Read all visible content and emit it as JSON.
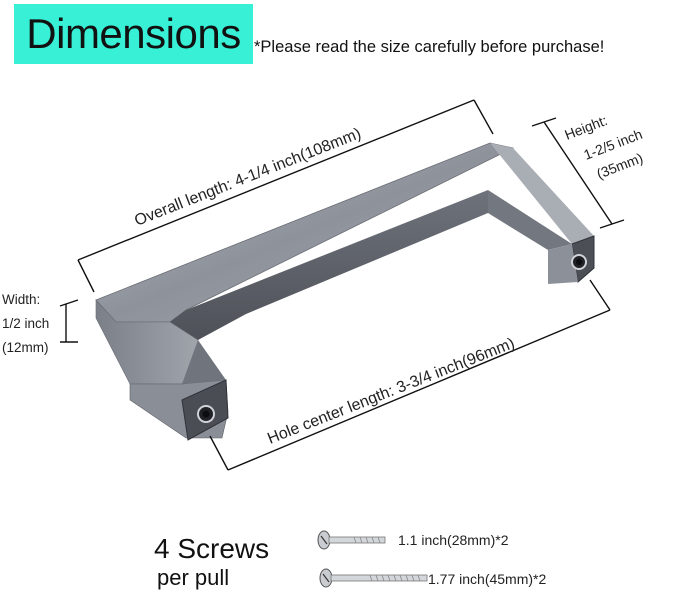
{
  "header": {
    "title": "Dimensions",
    "note": "*Please read the size carefully before purchase!",
    "banner_color": "#37f0d6"
  },
  "dimensions": {
    "overall_length": "Overall length: 4-1/4 inch(108mm)",
    "hole_center": "Hole center length: 3-3/4 inch(96mm)",
    "height_label": "Height:",
    "height_inch": "1-2/5 inch",
    "height_mm": "(35mm)",
    "width_label": "Width:",
    "width_inch": "1/2 inch",
    "width_mm": "(12mm)"
  },
  "screws": {
    "title": "4 Screws",
    "subtitle": "per pull",
    "short_screw": "1.1 inch(28mm)*2",
    "long_screw": "1.77 inch(45mm)*2"
  },
  "colors": {
    "handle_light": "#9a9ea6",
    "handle_dark": "#5d6068",
    "line": "#111111"
  }
}
